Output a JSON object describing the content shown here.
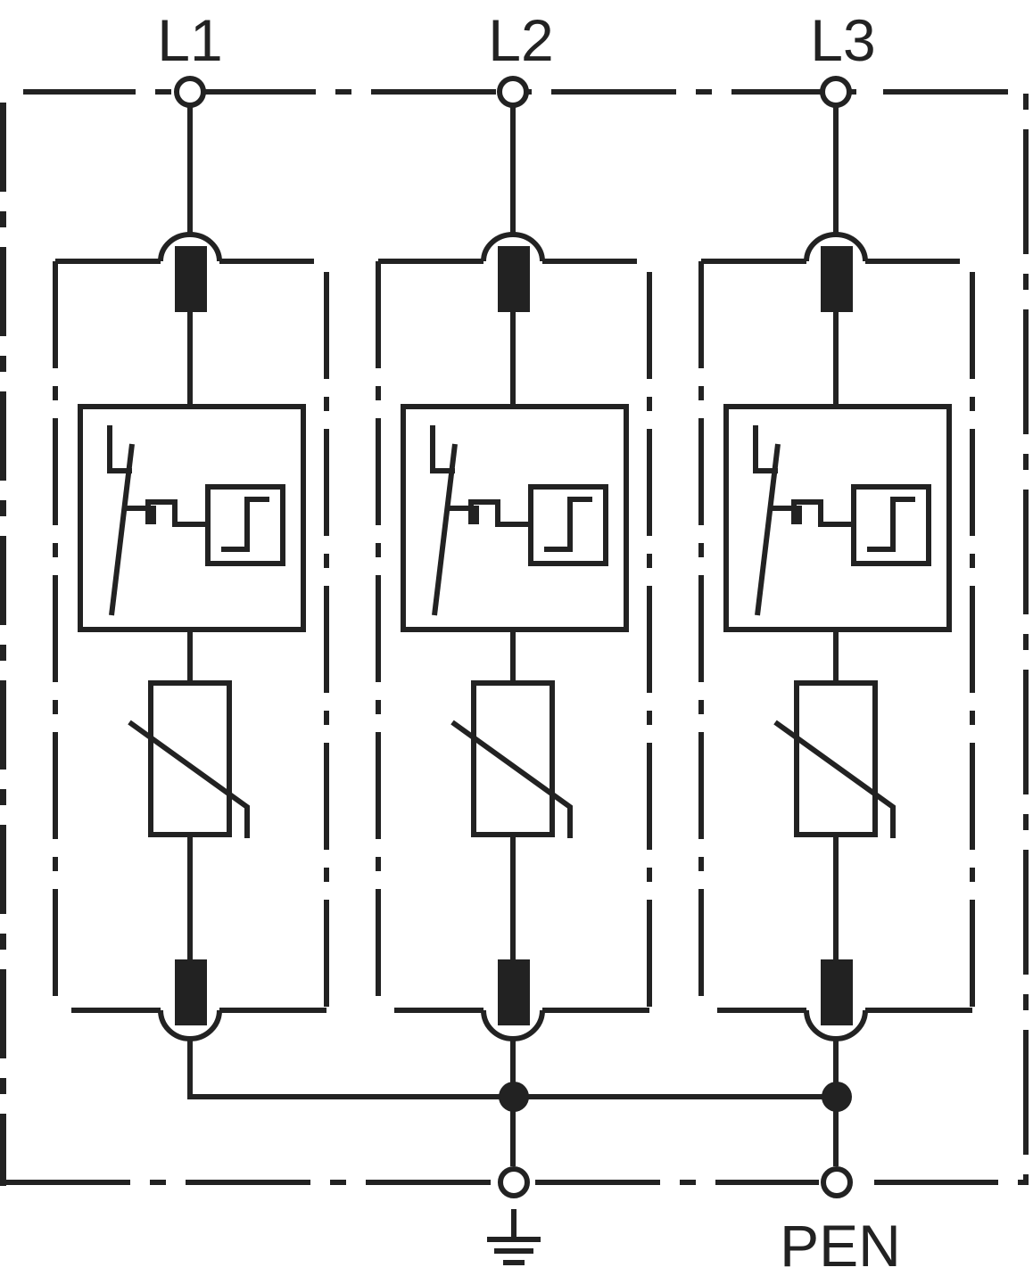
{
  "labels": {
    "phase_1": "L1",
    "phase_2": "L2",
    "phase_3": "L3",
    "pen": "PEN"
  },
  "modules": [
    {
      "terminal": "L1"
    },
    {
      "terminal": "L2"
    },
    {
      "terminal": "L3"
    }
  ],
  "colors": {
    "line": "#222222",
    "background": "#ffffff"
  },
  "symbols": [
    "terminal-circle",
    "connector-block",
    "thermal-disconnector",
    "varistor",
    "junction-dot",
    "earth-ground"
  ]
}
